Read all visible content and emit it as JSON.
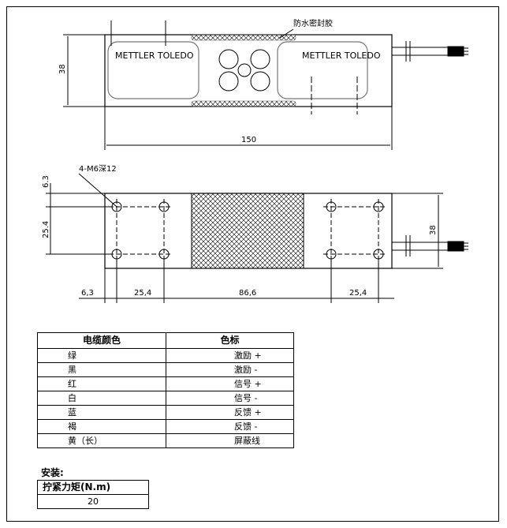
{
  "top_view": {
    "brand_left": "METTLER TOLEDO",
    "brand_right": "METTLER TOLEDO",
    "seal_label": "防水密封胶",
    "dim_height": "38",
    "dim_length": "150"
  },
  "bottom_view": {
    "hole_label": "4-M6深12",
    "dim_left_top": "6.3",
    "dim_left_span": "25.4",
    "dim_right_height": "38",
    "dim_bottom": [
      "6,3",
      "25,4",
      "86,6",
      "25,4"
    ]
  },
  "wire_table": {
    "headers": [
      "电缆颜色",
      "色标"
    ],
    "rows": [
      [
        "绿",
        "激励 +"
      ],
      [
        "黑",
        "激励 -"
      ],
      [
        "红",
        "信号 +"
      ],
      [
        "白",
        "信号 -"
      ],
      [
        "蓝",
        "反馈 +"
      ],
      [
        "褐",
        "反馈 -"
      ],
      [
        "黄（长）",
        "屏蔽线"
      ]
    ]
  },
  "install": {
    "label": "安装:",
    "torque_header": "拧紧力矩(N.m)",
    "torque_value": "20"
  }
}
